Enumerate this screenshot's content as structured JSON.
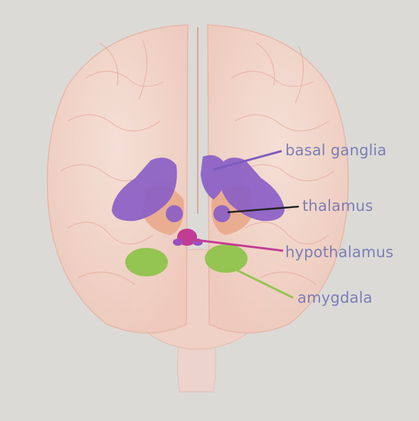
{
  "labels": {
    "basal_ganglia": "basal ganglia",
    "thalamus": "thalamus",
    "hypothalamus": "hypothalamus",
    "amygdala": "amygdala"
  },
  "colors": {
    "background": "#dcdad7",
    "brain": "#f3d6cc",
    "label_text": "#7a7eb4",
    "basal_ganglia": "#8b5fc6",
    "thalamus": "#e9a98c",
    "hypothalamus": "#c23c94",
    "amygdala": "#94c451"
  }
}
